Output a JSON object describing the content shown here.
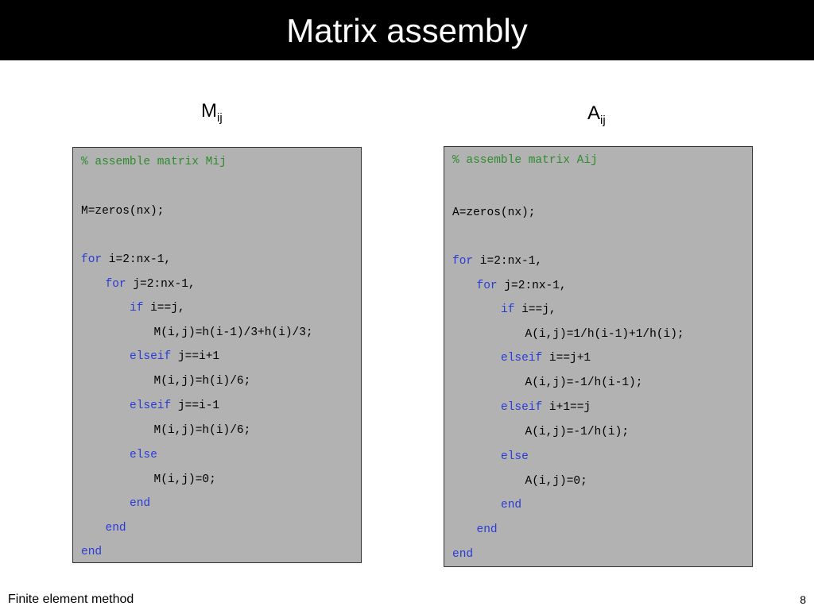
{
  "slide": {
    "title": "Matrix assembly",
    "footer_text": "Finite element method",
    "page_number": "8"
  },
  "left_panel": {
    "heading_main": "M",
    "heading_sub": "ij",
    "lines": [
      {
        "indent": 0,
        "parts": [
          {
            "text": "% assemble matrix Mij",
            "style": "cm"
          }
        ]
      },
      {
        "indent": 0,
        "parts": [
          {
            "text": "M=zeros(nx);",
            "style": "plain"
          }
        ]
      },
      {
        "indent": 0,
        "parts": [
          {
            "text": "for",
            "style": "kw"
          },
          {
            "text": " i=2:nx-1,",
            "style": "plain"
          }
        ]
      },
      {
        "indent": 1,
        "parts": [
          {
            "text": "for",
            "style": "kw"
          },
          {
            "text": " j=2:nx-1,",
            "style": "plain"
          }
        ]
      },
      {
        "indent": 2,
        "parts": [
          {
            "text": "if",
            "style": "kw"
          },
          {
            "text": " i==j,",
            "style": "plain"
          }
        ]
      },
      {
        "indent": 3,
        "parts": [
          {
            "text": "M(i,j)=h(i-1)/3+h(i)/3;",
            "style": "plain"
          }
        ]
      },
      {
        "indent": 2,
        "parts": [
          {
            "text": "elseif",
            "style": "kw"
          },
          {
            "text": " j==i+1",
            "style": "plain"
          }
        ]
      },
      {
        "indent": 3,
        "parts": [
          {
            "text": "M(i,j)=h(i)/6;",
            "style": "plain"
          }
        ]
      },
      {
        "indent": 2,
        "parts": [
          {
            "text": "elseif",
            "style": "kw"
          },
          {
            "text": " j==i-1",
            "style": "plain"
          }
        ]
      },
      {
        "indent": 3,
        "parts": [
          {
            "text": "M(i,j)=h(i)/6;",
            "style": "plain"
          }
        ]
      },
      {
        "indent": 2,
        "parts": [
          {
            "text": "else",
            "style": "kw"
          }
        ]
      },
      {
        "indent": 3,
        "parts": [
          {
            "text": "M(i,j)=0;",
            "style": "plain"
          }
        ]
      },
      {
        "indent": 2,
        "parts": [
          {
            "text": "end",
            "style": "kw"
          }
        ]
      },
      {
        "indent": 1,
        "parts": [
          {
            "text": "end",
            "style": "kw"
          }
        ]
      },
      {
        "indent": 0,
        "parts": [
          {
            "text": "end",
            "style": "kw"
          }
        ]
      }
    ]
  },
  "right_panel": {
    "heading_main": "A",
    "heading_sub": "ij",
    "lines": [
      {
        "indent": 0,
        "parts": [
          {
            "text": "% assemble matrix Aij",
            "style": "cm"
          }
        ]
      },
      {
        "indent": 0,
        "parts": [
          {
            "text": "A=zeros(nx);",
            "style": "plain"
          }
        ]
      },
      {
        "indent": 0,
        "parts": [
          {
            "text": "for",
            "style": "kw"
          },
          {
            "text": " i=2:nx-1,",
            "style": "plain"
          }
        ]
      },
      {
        "indent": 1,
        "parts": [
          {
            "text": "for",
            "style": "kw"
          },
          {
            "text": " j=2:nx-1,",
            "style": "plain"
          }
        ]
      },
      {
        "indent": 2,
        "parts": [
          {
            "text": "if",
            "style": "kw"
          },
          {
            "text": " i==j,",
            "style": "plain"
          }
        ]
      },
      {
        "indent": 3,
        "parts": [
          {
            "text": "A(i,j)=1/h(i-1)+1/h(i);",
            "style": "plain"
          }
        ]
      },
      {
        "indent": 2,
        "parts": [
          {
            "text": "elseif",
            "style": "kw"
          },
          {
            "text": " i==j+1",
            "style": "plain"
          }
        ]
      },
      {
        "indent": 3,
        "parts": [
          {
            "text": "A(i,j)=-1/h(i-1);",
            "style": "plain"
          }
        ]
      },
      {
        "indent": 2,
        "parts": [
          {
            "text": "elseif",
            "style": "kw"
          },
          {
            "text": " i+1==j",
            "style": "plain"
          }
        ]
      },
      {
        "indent": 3,
        "parts": [
          {
            "text": "A(i,j)=-1/h(i);",
            "style": "plain"
          }
        ]
      },
      {
        "indent": 2,
        "parts": [
          {
            "text": "else",
            "style": "kw"
          }
        ]
      },
      {
        "indent": 3,
        "parts": [
          {
            "text": "A(i,j)=0;",
            "style": "plain"
          }
        ]
      },
      {
        "indent": 2,
        "parts": [
          {
            "text": "end",
            "style": "kw"
          }
        ]
      },
      {
        "indent": 1,
        "parts": [
          {
            "text": "end",
            "style": "kw"
          }
        ]
      },
      {
        "indent": 0,
        "parts": [
          {
            "text": "end",
            "style": "kw"
          }
        ]
      }
    ]
  },
  "colors": {
    "title_bar": "#000000",
    "code_background": "#b2b2b2",
    "keyword": "#2a3bd6",
    "comment": "#2e8b2e"
  }
}
